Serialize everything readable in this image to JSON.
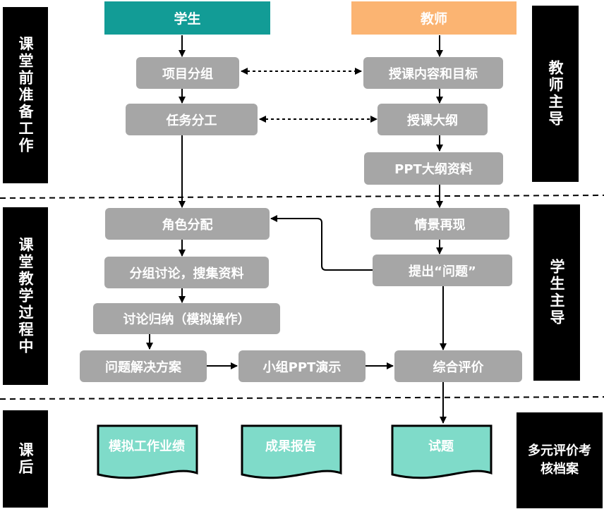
{
  "headers": {
    "student": "学生",
    "teacher": "教师"
  },
  "left_labels": [
    "课堂前准备工作",
    "课堂教学过程中",
    "课后"
  ],
  "right_labels": [
    "教师主导",
    "学生主导",
    "多元评价考核档案"
  ],
  "prep": {
    "project_grouping": "项目分组",
    "task_division": "任务分工",
    "teaching_content": "授课内容和目标",
    "syllabus": "授课大纲",
    "ppt_outline": "PPT大纲资料"
  },
  "class": {
    "role_assignment": "角色分配",
    "group_discussion": "分组讨论，搜集资料",
    "summary": "讨论归纳（模拟操作）",
    "solution": "问题解决方案",
    "ppt_demo": "小组PPT演示",
    "scene": "情景再现",
    "question": "提出“问题”",
    "evaluation": "综合评价"
  },
  "after": {
    "docs": [
      "模拟工作业绩",
      "成果报告",
      "试题"
    ]
  },
  "colors": {
    "student": "#129c96",
    "teacher": "#fbb472",
    "box": "#a6a6a6",
    "doc": "#7fdbc9"
  }
}
